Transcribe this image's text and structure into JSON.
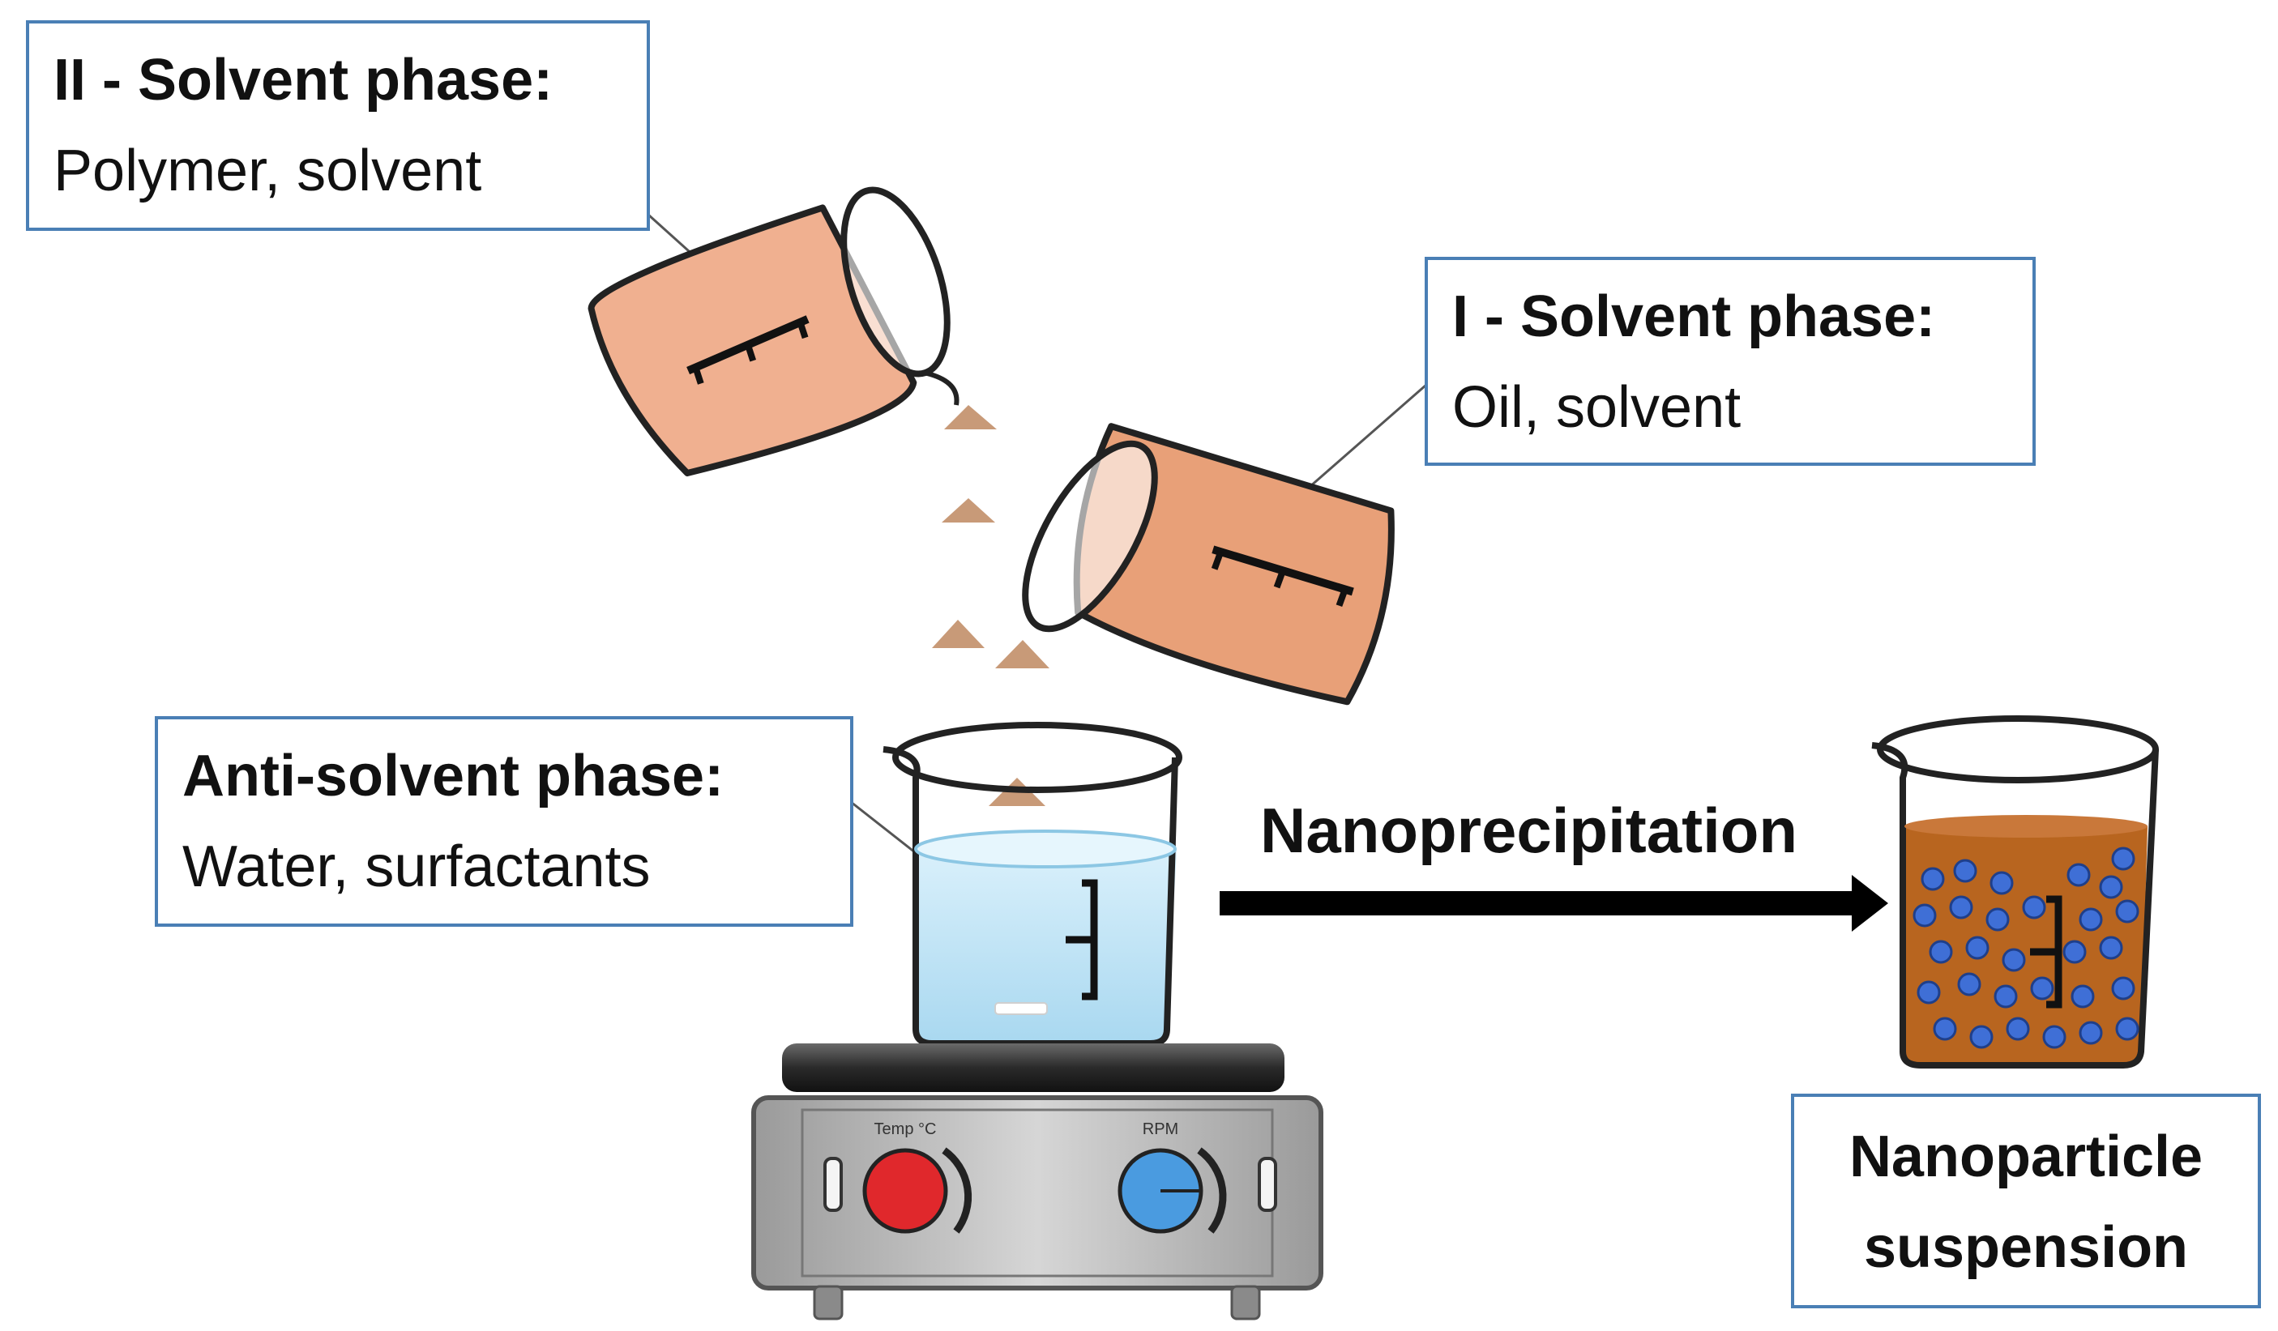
{
  "labels": {
    "solvent_phase_ii": {
      "title": "II - Solvent phase:",
      "contents": "Polymer, solvent"
    },
    "solvent_phase_i": {
      "title": "I - Solvent phase:",
      "contents": "Oil, solvent"
    },
    "anti_solvent_phase": {
      "title": "Anti-solvent phase:",
      "contents": "Water, surfactants"
    },
    "process": "Nanoprecipitation",
    "product": {
      "line1": "Nanoparticle",
      "line2": "suspension"
    }
  },
  "hotplate": {
    "knob_left_text": "Temp °C",
    "knob_right_text": "RPM"
  },
  "colors": {
    "box_border": "#4a7fb5",
    "polymer_liquid": "#f0b090",
    "oil_liquid": "#e8a078",
    "water_liquid": "#bfe3f5",
    "suspension_liquid": "#b8651f",
    "nanoparticle": "#3f6fd6",
    "knob_temp": "#e0282c",
    "knob_rpm": "#4a9be0",
    "arrow": "#000000"
  }
}
